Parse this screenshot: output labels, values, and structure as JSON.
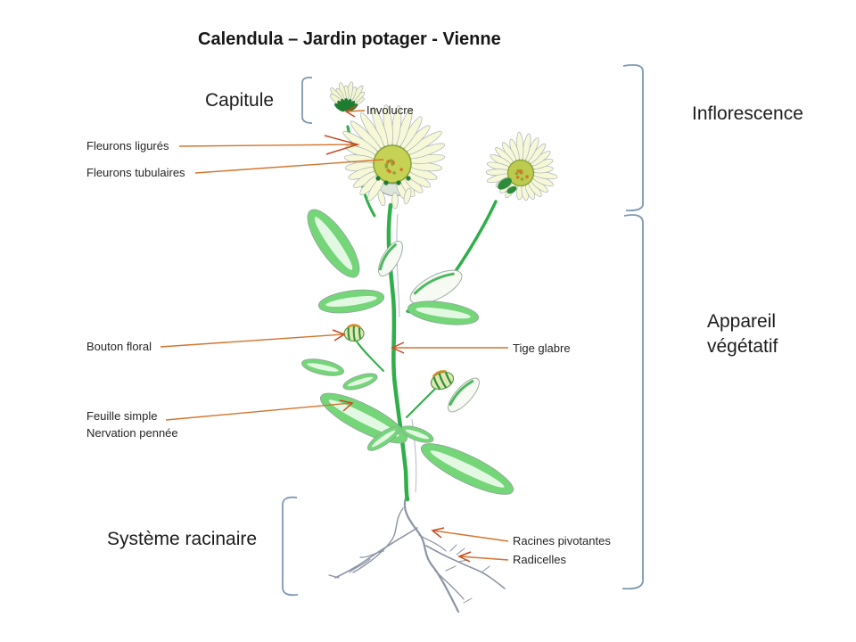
{
  "slide": {
    "title": "Calendula – Jardin potager - Vienne"
  },
  "section_labels": {
    "capitule": "Capitule",
    "inflorescence": "Inflorescence",
    "appareil_vegetatif": [
      "Appareil",
      "végétatif"
    ],
    "systeme_racinaire": "Système racinaire"
  },
  "part_labels": {
    "involucre": "Involucre",
    "fleurons_ligures": "Fleurons ligurés",
    "fleurons_tubulaires": "Fleurons tubulaires",
    "bouton_floral": "Bouton floral",
    "tige_glabre": "Tige glabre",
    "feuille_simple": "Feuille simple",
    "nervation_pennee": "Nervation pennée",
    "racines_pivotantes": "Racines pivotantes",
    "radicelles": "Radicelles"
  },
  "colors": {
    "leader_line": "#d4732c",
    "arrowhead": "#c64a22",
    "bracket_blue": "#7e97b5",
    "stem_green": "#2fae4a",
    "leaf_green": "#74d678",
    "petal_yellow": "#f6f8d8",
    "disc_yellow_green": "#c6d254",
    "involucre_green": "#1e7c30",
    "root_gray": "#8b94a3",
    "text": "#1a1a1a"
  }
}
